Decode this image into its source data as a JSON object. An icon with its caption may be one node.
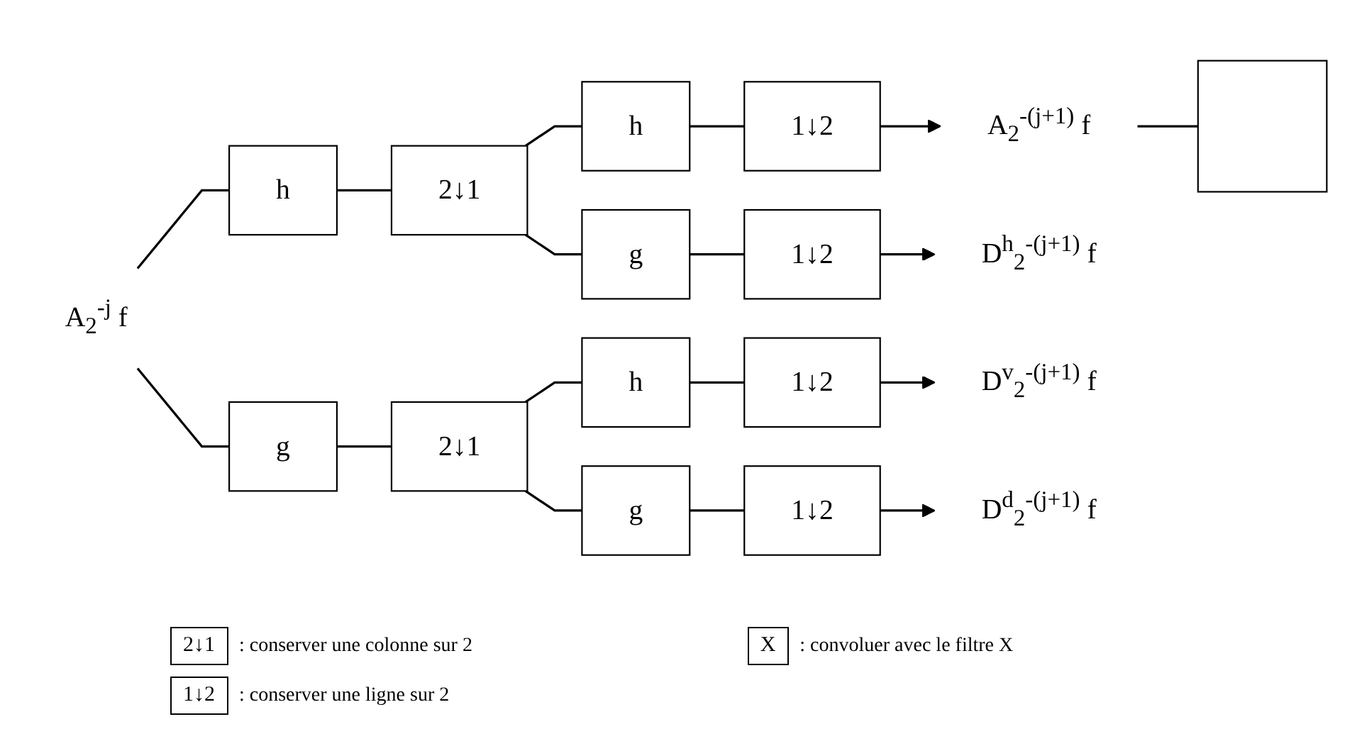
{
  "diagram": {
    "nodes": [
      {
        "text": [
          "A$_{2}$$^{-j}$ f"
        ]
      },
      {
        "text": [
          "h"
        ]
      },
      {
        "text": [
          "2↓1"
        ]
      },
      {
        "text": [
          "h"
        ]
      },
      {
        "text": [
          "1↓2"
        ]
      },
      {
        "text": [
          "A$_{2}$$^{-(j+1)}$ f"
        ]
      },
      {
        "text": [
          "g"
        ]
      },
      {
        "text": [
          "1↓2"
        ]
      },
      {
        "text": [
          "D$^{h}$$_{2}$$^{-(j+1)}$ f"
        ]
      },
      {
        "text": [
          "g"
        ]
      },
      {
        "text": [
          "2↓1"
        ]
      },
      {
        "text": [
          "h"
        ]
      },
      {
        "text": [
          "1↓2"
        ]
      },
      {
        "text": [
          "D$^{v}$$_{2}$$^{-(j+1)}$ f"
        ]
      },
      {
        "text": [
          "g"
        ]
      },
      {
        "text": [
          "1↓2"
        ]
      },
      {
        "text": [
          "D$^{d}$$_{2}$$^{-(j+1)}$ f"
        ]
      },
      {
        "text": [],
        "shape": "box"
      }
    ],
    "edges": [
      {
        "from": 0,
        "to": 1,
        "arrow": "none"
      },
      {
        "from": 0,
        "to": 9,
        "arrow": "none"
      },
      {
        "from": 1,
        "to": 2,
        "arrow": "none"
      },
      {
        "from": 2,
        "to": 3,
        "arrow": "none"
      },
      {
        "from": 2,
        "to": 6,
        "arrow": "none"
      },
      {
        "from": 3,
        "to": 4,
        "arrow": "none"
      },
      {
        "from": 4,
        "to": 5,
        "arrow": "to"
      },
      {
        "from": 6,
        "to": 7,
        "arrow": "none"
      },
      {
        "from": 7,
        "to": 8,
        "arrow": "to"
      },
      {
        "from": 9,
        "to": 10,
        "arrow": "none"
      },
      {
        "from": 10,
        "to": 11,
        "arrow": "none"
      },
      {
        "from": 10,
        "to": 14,
        "arrow": "none"
      },
      {
        "from": 11,
        "to": 12,
        "arrow": "none"
      },
      {
        "from": 12,
        "to": 13,
        "arrow": "to"
      },
      {
        "from": 14,
        "to": 15,
        "arrow": "none"
      },
      {
        "from": 15,
        "to": 16,
        "arrow": "to"
      },
      {
        "from": 5,
        "to": 17,
        "arrow": "none"
      }
    ],
    "labels": [
      "2↓1",
      "X",
      "1↓2"
    ],
    "legend": [
      {
        "text": ": conserver une colonne sur 2"
      },
      {
        "text": ": convoluer avec le filtre X"
      },
      {
        "text": ": conserver une ligne sur 2"
      }
    ]
  }
}
